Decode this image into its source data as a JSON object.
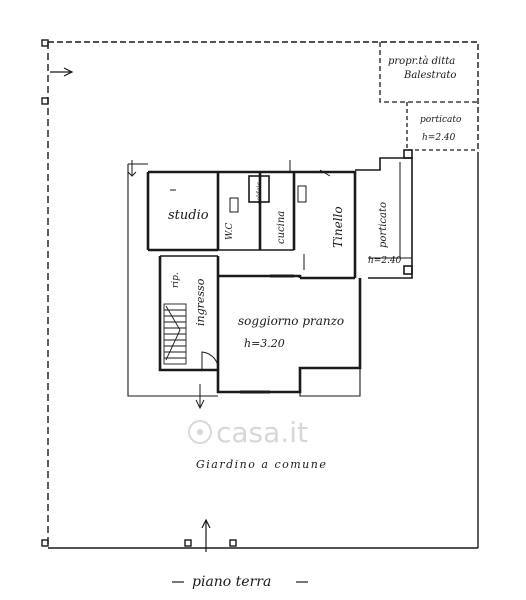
{
  "labels": {
    "studio": "studio",
    "wc": "W.C",
    "caldaia": "caldaia",
    "cucina": "cucina",
    "tinello": "Tinello",
    "porticato_right": "porticato",
    "h_porticato_right": "h=2.40",
    "porticato_top": "porticato",
    "h_porticato_top": "h=2.40",
    "proprieta": "propr.tà ditta",
    "proprieta_2": "Balestrato",
    "ingresso": "ingresso",
    "rip": "rip.",
    "soggiorno": "soggiorno  pranzo",
    "h_soggiorno": "h=3.20",
    "giardino": "Giardino a comune",
    "piano": "piano terra"
  },
  "watermark": {
    "text": "casa.it",
    "color": "#b8b8b8"
  },
  "colors": {
    "ink": "#1a1a1a",
    "paper": "#ffffff"
  }
}
